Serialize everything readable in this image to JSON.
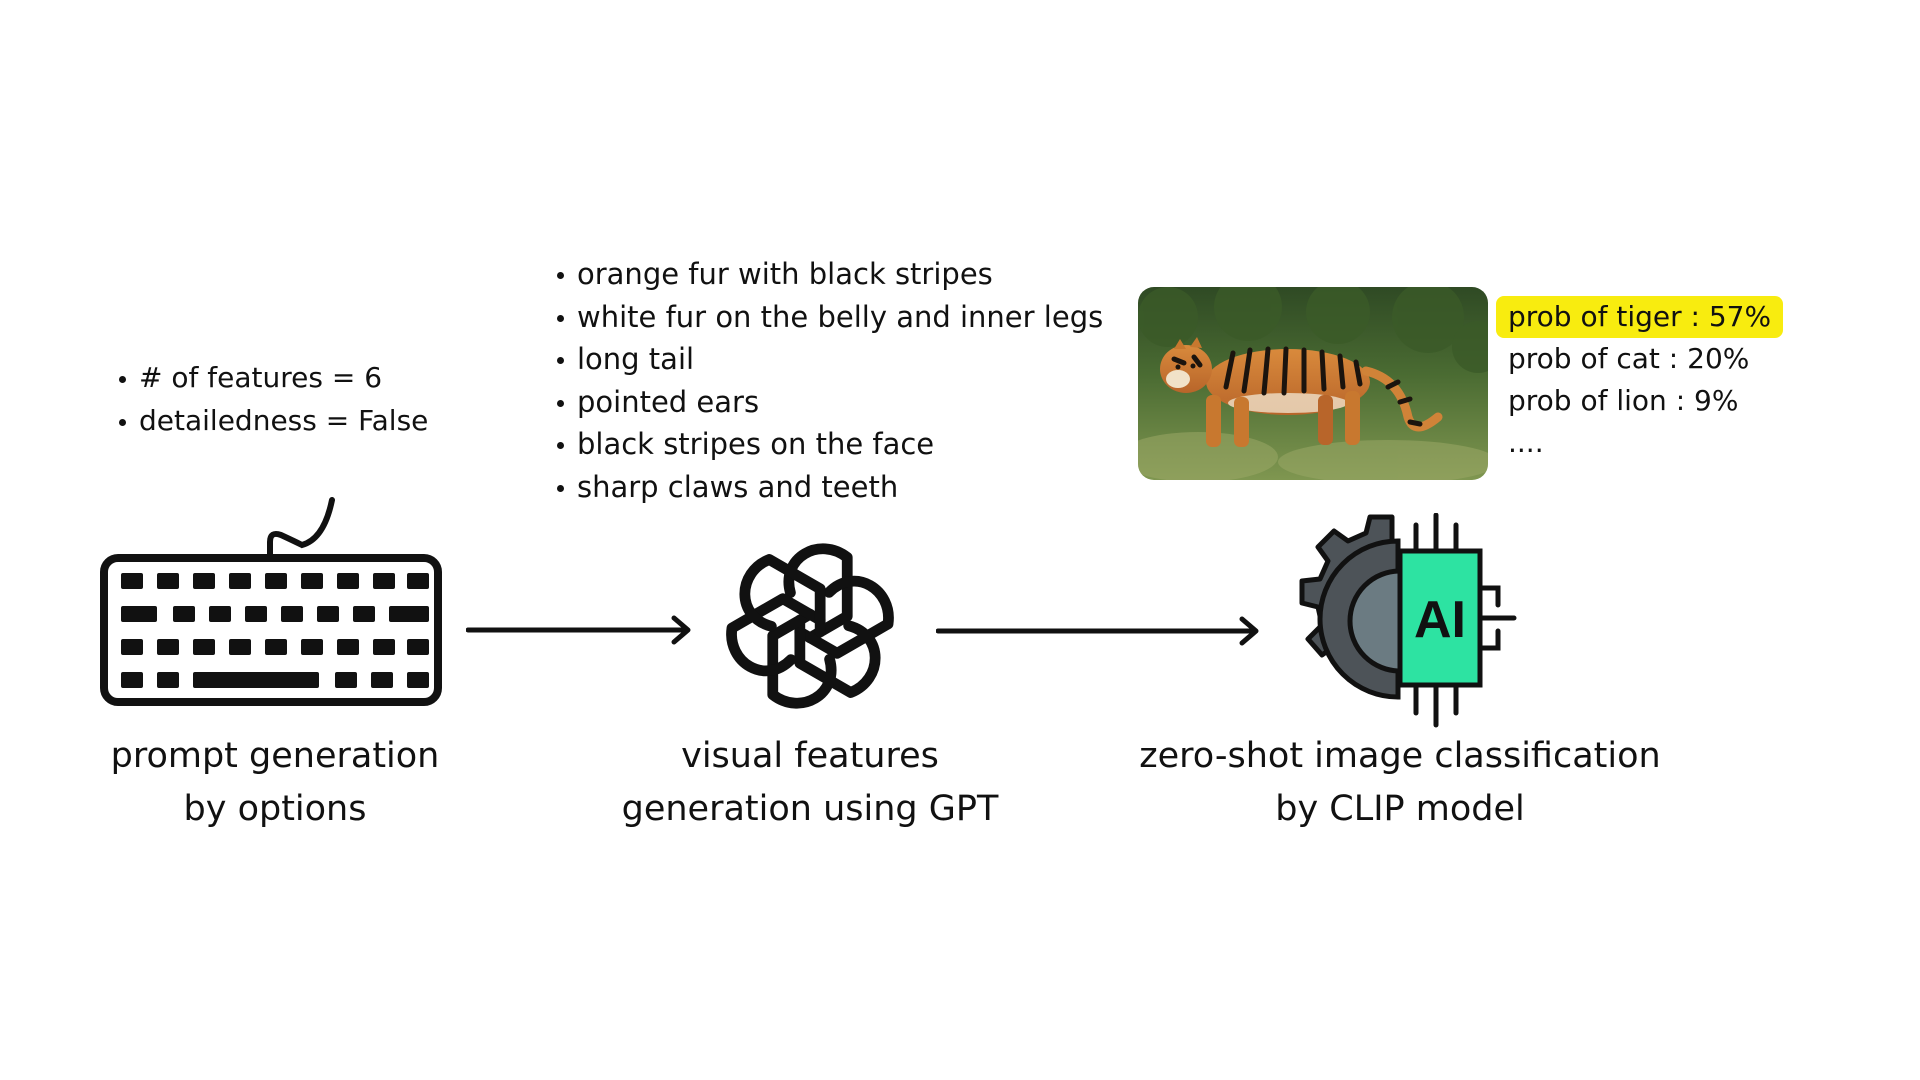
{
  "options": {
    "items": [
      "# of features = 6",
      "detailedness = False"
    ]
  },
  "features": {
    "items": [
      "orange fur with black stripes",
      "white fur on the belly and inner legs",
      "long tail",
      "pointed ears",
      "black stripes on the face",
      "sharp claws and teeth"
    ]
  },
  "probabilities": {
    "items": [
      "prob of tiger : 57%",
      "prob of cat : 20%",
      "prob of lion : 9%",
      "...."
    ],
    "highlight_color": "#f8ec0f"
  },
  "ai_chip": {
    "label": "AI",
    "chip_color": "#2de3a2",
    "gear_color": "#5a6268",
    "gear_inner_color": "#6b7b82"
  },
  "steps": [
    {
      "line1": "prompt generation",
      "line2": "by options",
      "icon": "keyboard-icon"
    },
    {
      "line1": "visual features",
      "line2": "generation using GPT",
      "icon": "openai-logo-icon"
    },
    {
      "line1": "zero-shot image classification",
      "line2": "by CLIP model",
      "icon": "ai-chip-gear-icon"
    }
  ]
}
